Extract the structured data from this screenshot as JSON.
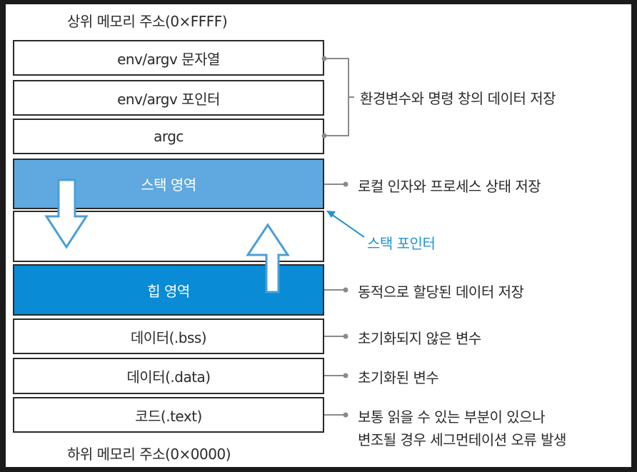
{
  "top_address_label": "상위 메모리 주소(0×FFFF)",
  "bottom_address_label": "하위 메모리 주소(0×0000)",
  "blocks": {
    "env_strings": "env/argv 문자열",
    "env_pointers": "env/argv 포인터",
    "argc": "argc",
    "stack": "스택 영역",
    "free": "",
    "heap": "힙 영역",
    "bss": "데이터(.bss)",
    "data": "데이터(.data)",
    "text": "코드(.text)"
  },
  "notes": {
    "env": "환경변수와 명령 창의 데이터 저장",
    "stack": "로컬 인자와 프로세스 상태 저장",
    "stack_pointer": "스택 포인터",
    "heap": "동적으로 할당된 데이터 저장",
    "bss": "초기화되지 않은 변수",
    "data": "초기화된 변수",
    "text_line1": "보통 읽을 수 있는 부분이 있으나",
    "text_line2": "변조될 경우 세그먼테이션 오류 발생"
  },
  "colors": {
    "stack_fill": "#5fa8e0",
    "heap_fill": "#0a8bd6",
    "arrow_outline": "#4a9fd8",
    "pointer_blue": "#1e93cf",
    "connector_gray": "#8a8a8a"
  }
}
